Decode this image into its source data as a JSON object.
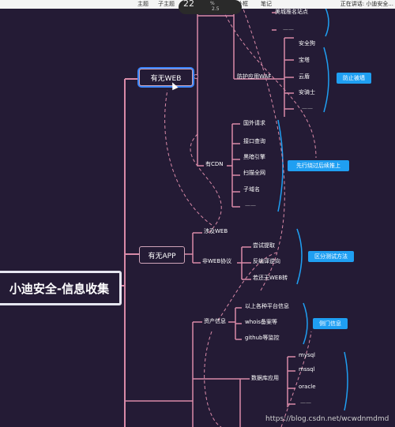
{
  "toolbar": {
    "items": [
      "主题",
      "子主题",
      "外框",
      "笔记"
    ],
    "zoom": "22",
    "zoom_unit": "%",
    "zoom_sub": "2.5",
    "speaker": "正在讲话: 小迪安全..."
  },
  "mindmap": {
    "root": "小迪安全-信息收集",
    "web": {
      "label": "有无WEB",
      "top_items": [
        "美城推名站点",
        "——"
      ],
      "waf_label": "防护应用WAF",
      "waf_items": [
        "安全狗",
        "宝塔",
        "云盾",
        "安骑士",
        "——"
      ],
      "waf_tag": "防止被墙",
      "cdn_label": "有CDN",
      "cdn_items": [
        "国外请求",
        "接口查询",
        "黑暗引擎",
        "扫描全网",
        "子域名",
        "——"
      ],
      "cdn_tag": "先行绕过后续推上"
    },
    "app": {
      "label": "有无APP",
      "web_item": "涉及WEB",
      "nonweb_label": "非WEB协议",
      "nonweb_items": [
        "尝试提取",
        "反编译逆向",
        "若还无WEB转"
      ],
      "nonweb_tag": "区分测试方法"
    },
    "assets": {
      "label": "资产信息",
      "items": [
        "以上各种平台信息",
        "whois备案等",
        "github等监控"
      ],
      "tag": "侧门信息"
    },
    "db": {
      "label": "数据库应用",
      "items": [
        "mysql",
        "mssql",
        "oracle",
        "——"
      ]
    }
  },
  "watermark": "https://blog.csdn.net/wcwdnmdmd"
}
